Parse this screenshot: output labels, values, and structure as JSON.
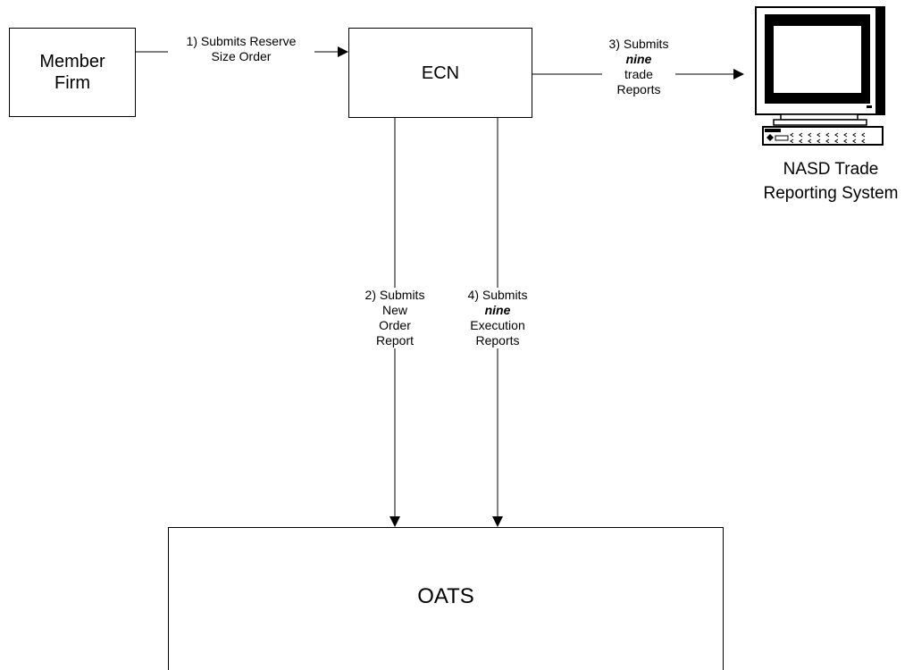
{
  "nodes": {
    "member_firm": "Member\nFirm",
    "ecn": "ECN",
    "oats": "OATS",
    "nasd": "NASD Trade\nReporting System"
  },
  "edges": {
    "step1": {
      "line1": "1) Submits  Reserve",
      "line2": "Size Order"
    },
    "step2": {
      "line1": "2) Submits",
      "line2": "New",
      "line3": "Order",
      "line4": "Report"
    },
    "step3": {
      "line1": "3) Submits",
      "emph": "nine",
      "line3": "trade",
      "line4": "Reports"
    },
    "step4": {
      "line1": "4) Submits",
      "emph": "nine",
      "line3": "Execution",
      "line4": "Reports"
    }
  },
  "icons": {
    "terminal": "computer-terminal-icon"
  }
}
